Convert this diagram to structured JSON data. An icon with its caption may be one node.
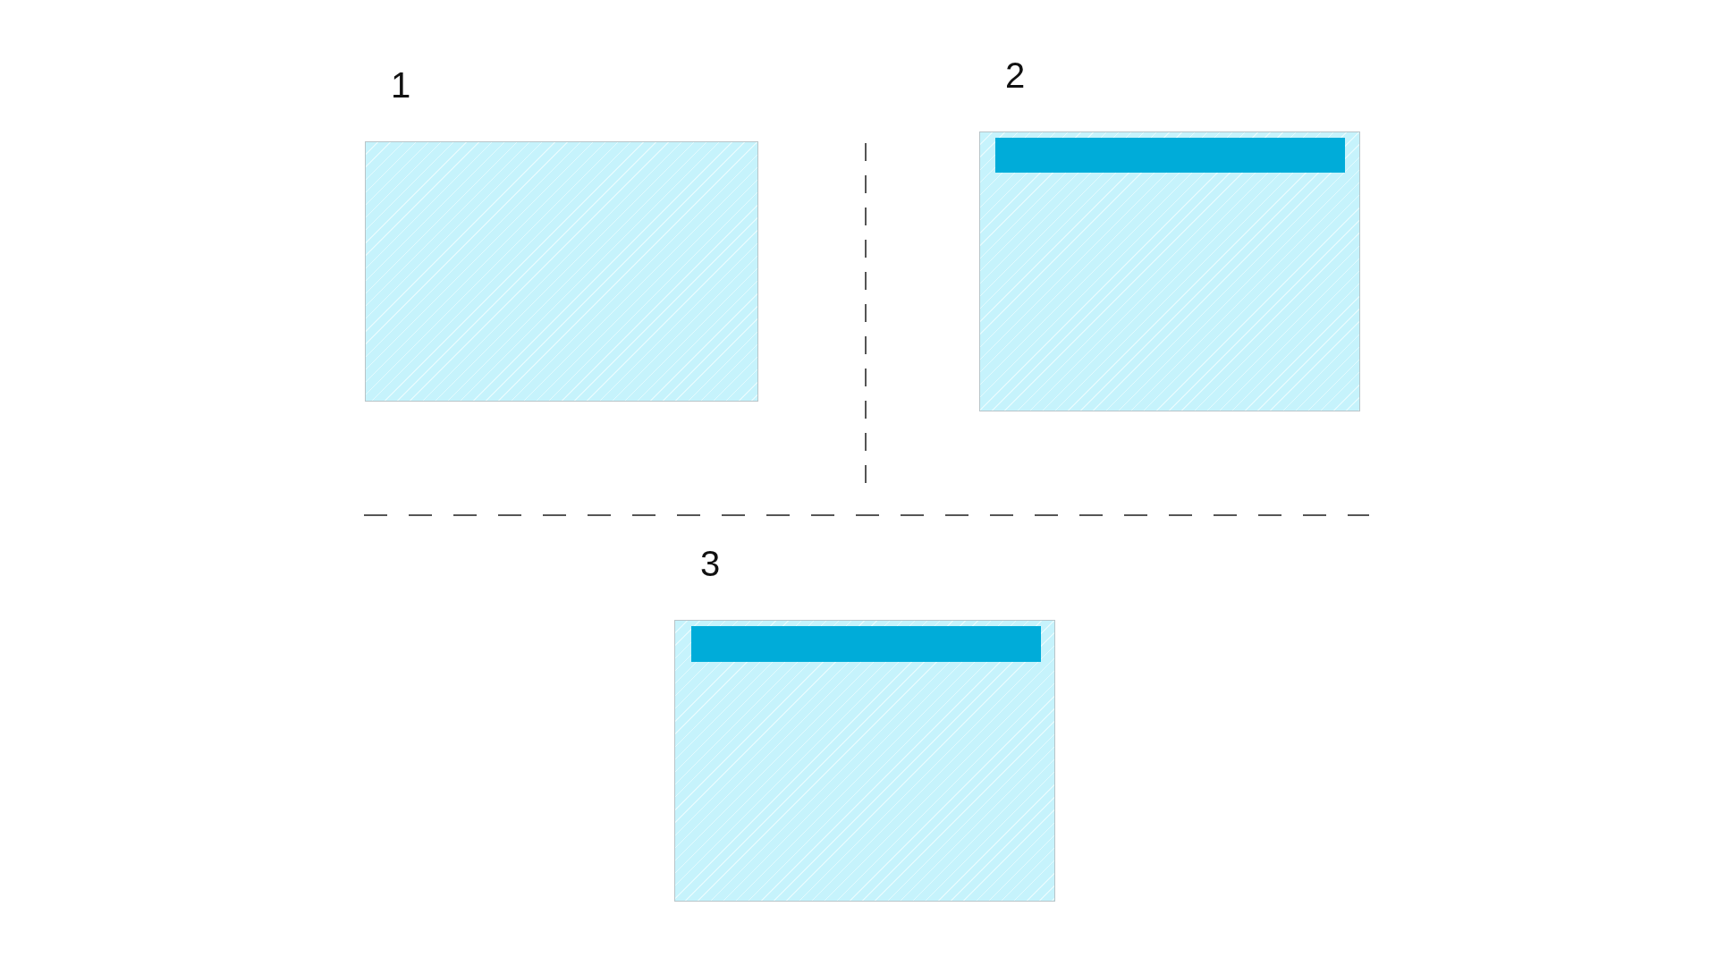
{
  "diagram": {
    "nodes": [
      {
        "text": [
          "1"
        ]
      },
      {
        "text": [
          "2"
        ]
      },
      {
        "text": [],
        "shape": "bar",
        "in": 1
      },
      {
        "text": [
          "3"
        ]
      },
      {
        "text": [],
        "shape": "bar",
        "in": 3
      }
    ]
  }
}
